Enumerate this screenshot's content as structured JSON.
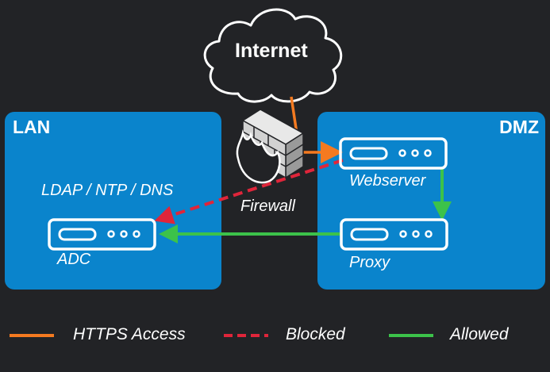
{
  "cloud": {
    "label": "Internet"
  },
  "zones": {
    "lan": {
      "title": "LAN"
    },
    "dmz": {
      "title": "DMZ"
    }
  },
  "nodes": {
    "ldap_label": "LDAP / NTP / DNS",
    "adc": "ADC",
    "webserver": "Webserver",
    "proxy": "Proxy",
    "firewall": "Firewall"
  },
  "legend": [
    {
      "label": "HTTPS Access",
      "color": "#f47a20",
      "style": "solid"
    },
    {
      "label": "Blocked",
      "color": "#e0253a",
      "style": "dashed"
    },
    {
      "label": "Allowed",
      "color": "#3cc24a",
      "style": "solid"
    }
  ],
  "colors": {
    "background": "#222326",
    "zone": "#0a84cc",
    "https": "#f47a20",
    "blocked": "#e0253a",
    "allowed": "#3cc24a"
  }
}
